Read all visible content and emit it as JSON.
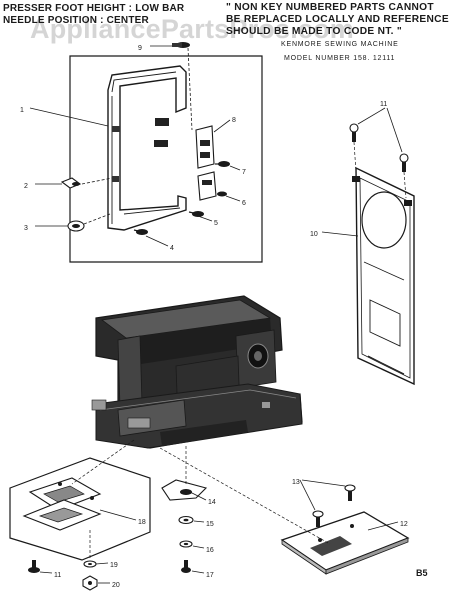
{
  "header": {
    "left_line1": "PRESSER FOOT HEIGHT : LOW BAR",
    "left_line2": "NEEDLE POSITION : CENTER",
    "right_line1": "\" NON KEY NUMBERED PARTS CANNOT",
    "right_line2": "BE REPLACED LOCALLY AND REFERENCE",
    "right_line3": "SHOULD BE MADE TO CODE NT. \"",
    "model_label": "KENMORE SEWING MACHINE",
    "model_number": "MODEL NUMBER 158. 12111"
  },
  "watermark": "AppliancePartsPros.com",
  "page_code": "B5",
  "callouts": [
    "1",
    "2",
    "3",
    "4",
    "5",
    "6",
    "7",
    "8",
    "9",
    "10",
    "11",
    "11",
    "12",
    "13",
    "14",
    "15",
    "16",
    "17",
    "18",
    "19",
    "20"
  ]
}
